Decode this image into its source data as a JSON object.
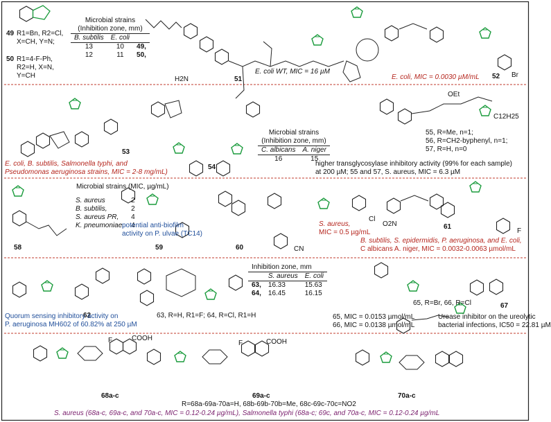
{
  "colors": {
    "border": "#222222",
    "separator": "#c03a2b",
    "green": "#1a9b3c",
    "red": "#c0392b",
    "blue": "#1f4e9a",
    "purple": "#7a1f6d"
  },
  "row1": {
    "c49_50": {
      "num49": "49",
      "num50": "50",
      "def49": "R1=Bn, R2=Cl, X=CH, Y=N;",
      "def50": "R1=4-F-Ph, R2=H, X=N, Y=CH",
      "table": {
        "title1": "Microbial strains",
        "title2": "(Inhibition zone, mm)",
        "cols": [
          "B. subtilis",
          "E. coli"
        ],
        "rows": [
          {
            "id": "49,",
            "v": [
              "13",
              "10"
            ]
          },
          {
            "id": "50,",
            "v": [
              "12",
              "11"
            ]
          }
        ]
      }
    },
    "c51": {
      "num": "51",
      "caption": "E. coli WT, MIC = 16 µM",
      "nh2": "H2N"
    },
    "c52": {
      "num": "52",
      "caption": "E. coli, MIC = 0.0030 µM/mL",
      "br": "Br"
    }
  },
  "row2": {
    "c53": {
      "num": "53",
      "caption1": "E. coli, B. subtilis, Salmonella typhi, and",
      "caption2": "Pseudomonas aeruginosa strains, MIC = 2-8 mg/mL)"
    },
    "c54": {
      "num": "54",
      "table": {
        "title1": "Microbial strains",
        "title2": "(Inhibition zone, mm)",
        "cols": [
          "C. albicans",
          "A. niger"
        ],
        "vals": [
          "16",
          "15"
        ]
      }
    },
    "c55_57": {
      "defs": [
        "55, R=Me, n=1;",
        "56, R=CH2-byphenyl, n=1;",
        "57, R=H, n=0"
      ],
      "alkyl": "C12H25",
      "ester": "OEt",
      "caption1": "higher transglycosylase inhibitory activity (99% for each sample)",
      "caption2": "at 200 µM; 55 and 57, S. aureus, MIC = 6.3 µM"
    }
  },
  "row3": {
    "c58": {
      "num": "58",
      "table": {
        "header": "Microbial strains (MIC, µg/mL)",
        "rows": [
          [
            "S. aureus",
            "2"
          ],
          [
            "B. subtilis,",
            "2"
          ],
          [
            "S. aureus PR,",
            "4"
          ],
          [
            "K. pneumoniae,",
            "4"
          ]
        ]
      }
    },
    "c59": {
      "num": "59",
      "caption1": "potential anti-biofilm",
      "caption2": "activity on P. ulvae (TC14)"
    },
    "c60": {
      "num": "60",
      "caption1": "S. aureus,",
      "caption2": "MIC = 0.5 µg/mL",
      "cn": "CN",
      "cl": "Cl"
    },
    "c61": {
      "num": "61",
      "caption1": "B. subtilis, S. epidermidis, P. aeruginosa, and E. coli,",
      "caption2": "C albicans A. niger, MIC = 0.0032-0.0063 µmol/mL",
      "o2n": "O2N",
      "f": "F"
    }
  },
  "row4": {
    "c62": {
      "num": "62",
      "caption1": "Quorum sensing inhibitory activity on",
      "caption2": "P. aeruginosa MH602 of 60.82% at 250 µM"
    },
    "c63_64": {
      "defs": "63, R=H, R1=F; 64, R=Cl, R1=H",
      "table": {
        "title": "Inhibition zone, mm",
        "cols": [
          "S. aureus",
          "E. coli"
        ],
        "rows": [
          {
            "id": "63,",
            "v": [
              "16.33",
              "15.63"
            ]
          },
          {
            "id": "64,",
            "v": [
              "16.45",
              "16.15"
            ]
          }
        ]
      }
    },
    "c65_66": {
      "defs": "65, R=Br, 66, R=Cl",
      "mic65": "65, MIC = 0.0153 µmol/mL",
      "mic66": "66, MIC = 0.0138 µmol/mL"
    },
    "c67": {
      "num": "67",
      "caption1": "Urease inhibitor on the ureolytic",
      "caption2": "bacterial infections, IC50 = 22.81 µM"
    }
  },
  "row5": {
    "labels": [
      "68a-c",
      "69a-c",
      "70a-c"
    ],
    "rdef": "R=68a-69a-70a=H, 68b-69b-70b=Me, 68c-69c-70c=NO2",
    "caption": "S. aureus (68a-c, 69a-c, and 70a-c, MIC = 0.12-0.24 µg/mL), Salmonella typhi (68a-c; 69c, and 70a-c, MIC = 0.12-0.24 µg/mL",
    "cooh": "COOH",
    "f": "F"
  }
}
